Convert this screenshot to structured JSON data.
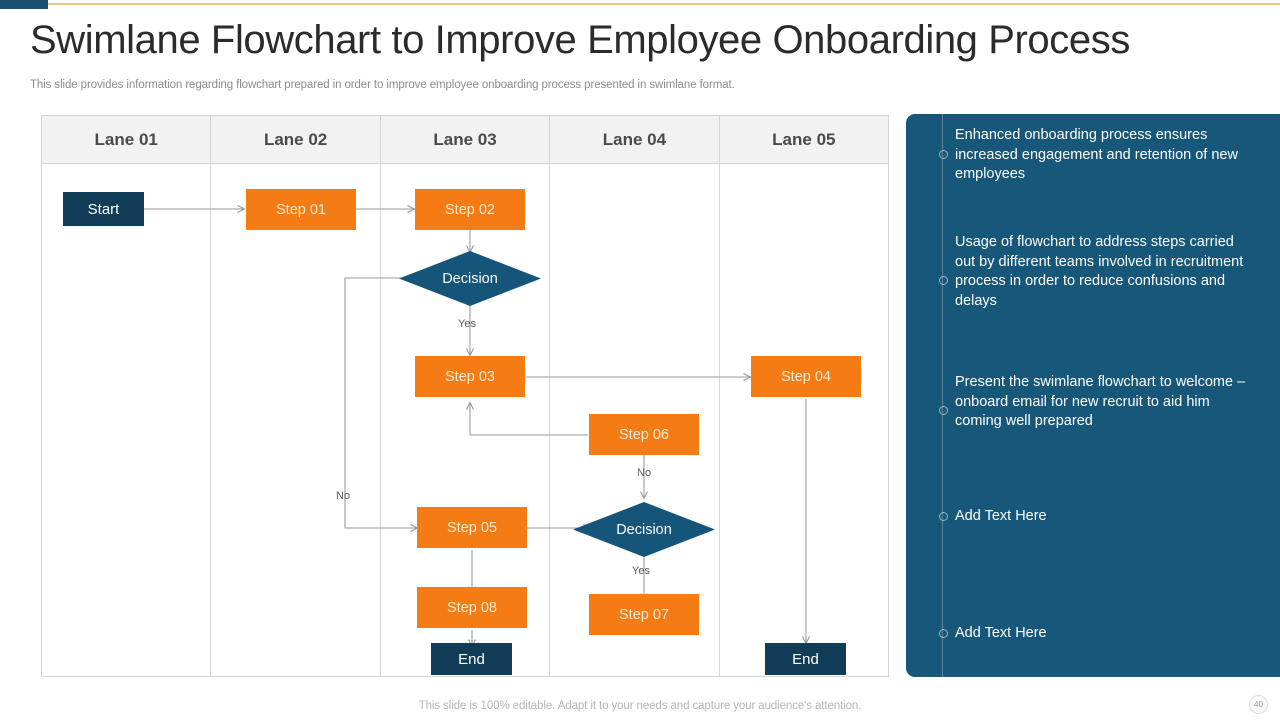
{
  "header": {
    "title": "Swimlane Flowchart to Improve Employee Onboarding Process",
    "subtitle": "This slide provides information regarding flowchart prepared in order to improve employee onboarding process presented in swimlane format."
  },
  "colors": {
    "accent_dark": "#1a4f6e",
    "accent_gold": "#d9c88a",
    "step_orange": "#f57c15",
    "terminator_navy": "#103c58",
    "decision_blue": "#15557a",
    "panel_blue": "#175779",
    "lane_header_bg": "#f2f2f2",
    "connector_grey": "#9a9a9a"
  },
  "swimlane": {
    "lanes": [
      {
        "label": "Lane 01"
      },
      {
        "label": "Lane 02"
      },
      {
        "label": "Lane 03"
      },
      {
        "label": "Lane 04"
      },
      {
        "label": "Lane 05"
      }
    ],
    "nodes": [
      {
        "id": "start",
        "label": "Start",
        "type": "terminator",
        "lane": 1
      },
      {
        "id": "step01",
        "label": "Step 01",
        "type": "process",
        "lane": 2
      },
      {
        "id": "step02",
        "label": "Step 02",
        "type": "process",
        "lane": 3
      },
      {
        "id": "decision1",
        "label": "Decision",
        "type": "decision",
        "lane": 3
      },
      {
        "id": "step03",
        "label": "Step 03",
        "type": "process",
        "lane": 3
      },
      {
        "id": "step04",
        "label": "Step 04",
        "type": "process",
        "lane": 5
      },
      {
        "id": "step06",
        "label": "Step 06",
        "type": "process",
        "lane": 4
      },
      {
        "id": "step05",
        "label": "Step 05",
        "type": "process",
        "lane": 3
      },
      {
        "id": "decision2",
        "label": "Decision",
        "type": "decision",
        "lane": 4
      },
      {
        "id": "step08",
        "label": "Step 08",
        "type": "process",
        "lane": 3
      },
      {
        "id": "step07",
        "label": "Step 07",
        "type": "process",
        "lane": 4
      },
      {
        "id": "end1",
        "label": "End",
        "type": "terminator",
        "lane": 3
      },
      {
        "id": "end2",
        "label": "End",
        "type": "terminator",
        "lane": 5
      }
    ],
    "edge_labels": [
      {
        "id": "yes1",
        "text": "Yes"
      },
      {
        "id": "no1",
        "text": "No"
      },
      {
        "id": "no2",
        "text": "No"
      },
      {
        "id": "yes2",
        "text": "Yes"
      }
    ]
  },
  "side_panel": {
    "items": [
      {
        "text": "Enhanced onboarding process ensures increased engagement and retention of new employees"
      },
      {
        "text": "Usage of flowchart to address steps carried out by different teams involved in recruitment process in order to reduce confusions and delays"
      },
      {
        "text": "Present the swimlane flowchart to welcome – onboard email for new recruit to aid him coming well prepared"
      },
      {
        "text": "Add Text Here"
      },
      {
        "text": "Add Text Here"
      }
    ]
  },
  "footer": {
    "note": "This slide is 100% editable. Adapt it to your needs and capture your audience's attention.",
    "page_number": "40"
  }
}
